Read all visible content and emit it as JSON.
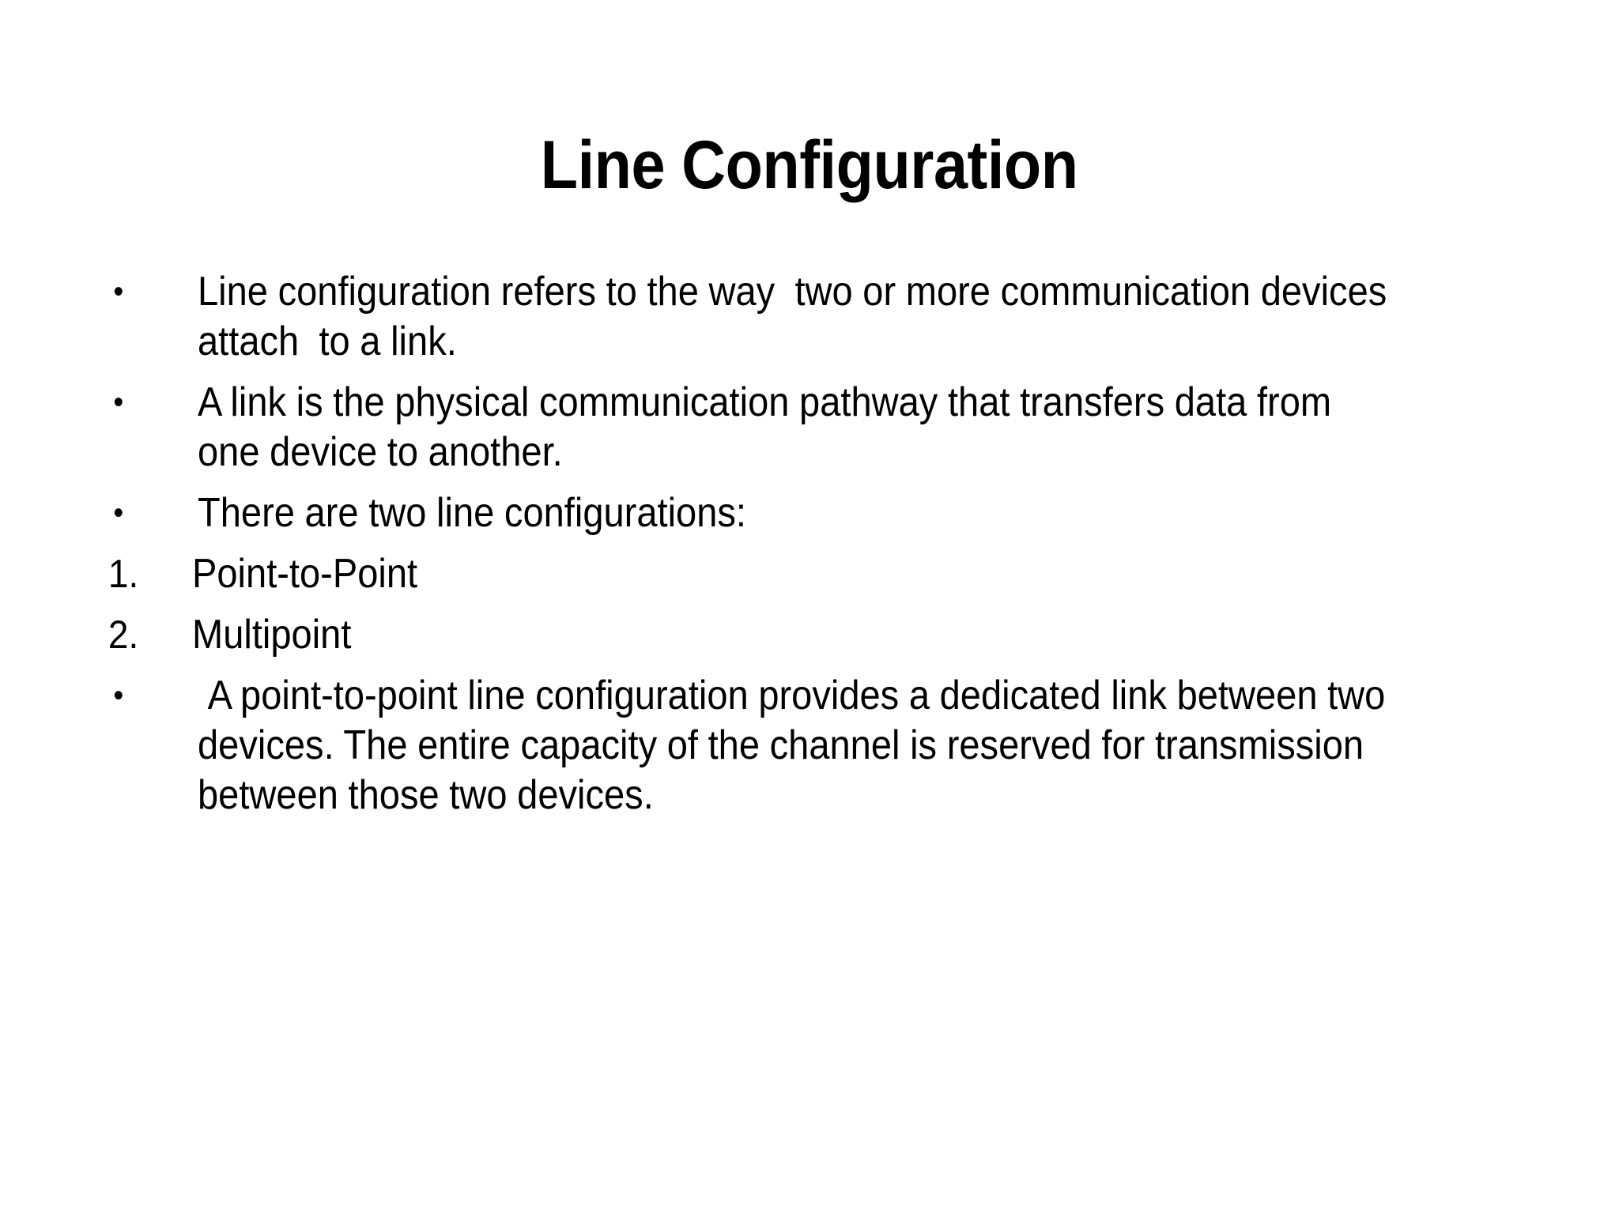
{
  "slide": {
    "background_color": "#ffffff",
    "text_color": "#000000",
    "title": "Line Configuration"
  },
  "body": {
    "items": [
      {
        "marker_type": "bullet",
        "marker": "•",
        "text": "Line configuration refers to the way  two or more communication devices attach  to a link."
      },
      {
        "marker_type": "bullet",
        "marker": "•",
        "text": "A link is the physical communication pathway that transfers data from one device to another."
      },
      {
        "marker_type": "bullet",
        "marker": "•",
        "text": "There are two line configurations:"
      },
      {
        "marker_type": "number",
        "marker": "1.",
        "text": "Point-to-Point"
      },
      {
        "marker_type": "number",
        "marker": "2.",
        "text": "Multipoint"
      },
      {
        "marker_type": "bullet",
        "marker": "•",
        "text": " A point-to-point line configuration provides a dedicated link between two devices. The entire capacity of the channel is reserved for transmission between those two devices."
      }
    ]
  }
}
